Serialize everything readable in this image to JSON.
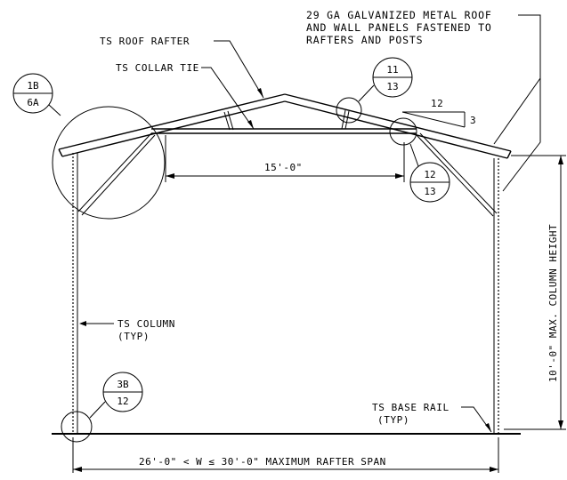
{
  "labels": {
    "roof_note_line1": "29 GA GALVANIZED METAL ROOF",
    "roof_note_line2": "AND WALL PANELS FASTENED TO",
    "roof_note_line3": "RAFTERS AND POSTS",
    "roof_rafter": "TS ROOF RAFTER",
    "collar_tie": "TS COLLAR TIE",
    "column_line1": "TS COLUMN",
    "column_line2": "(TYP)",
    "base_rail_line1": "TS BASE RAIL",
    "base_rail_line2": "(TYP)"
  },
  "detail_bubbles": {
    "b_1b_6a": {
      "top": "1B",
      "bottom": "6A"
    },
    "b_11_13": {
      "top": "11",
      "bottom": "13"
    },
    "b_12_13": {
      "top": "12",
      "bottom": "13"
    },
    "b_3b_12": {
      "top": "3B",
      "bottom": "12"
    }
  },
  "slope": {
    "run": "12",
    "rise": "3"
  },
  "dimensions": {
    "collar_span": "15'-0\"",
    "column_height": "10'-0\" MAX. COLUMN HEIGHT",
    "rafter_span": "26'-0\" < W ≤ 30'-0\" MAXIMUM RAFTER SPAN"
  }
}
